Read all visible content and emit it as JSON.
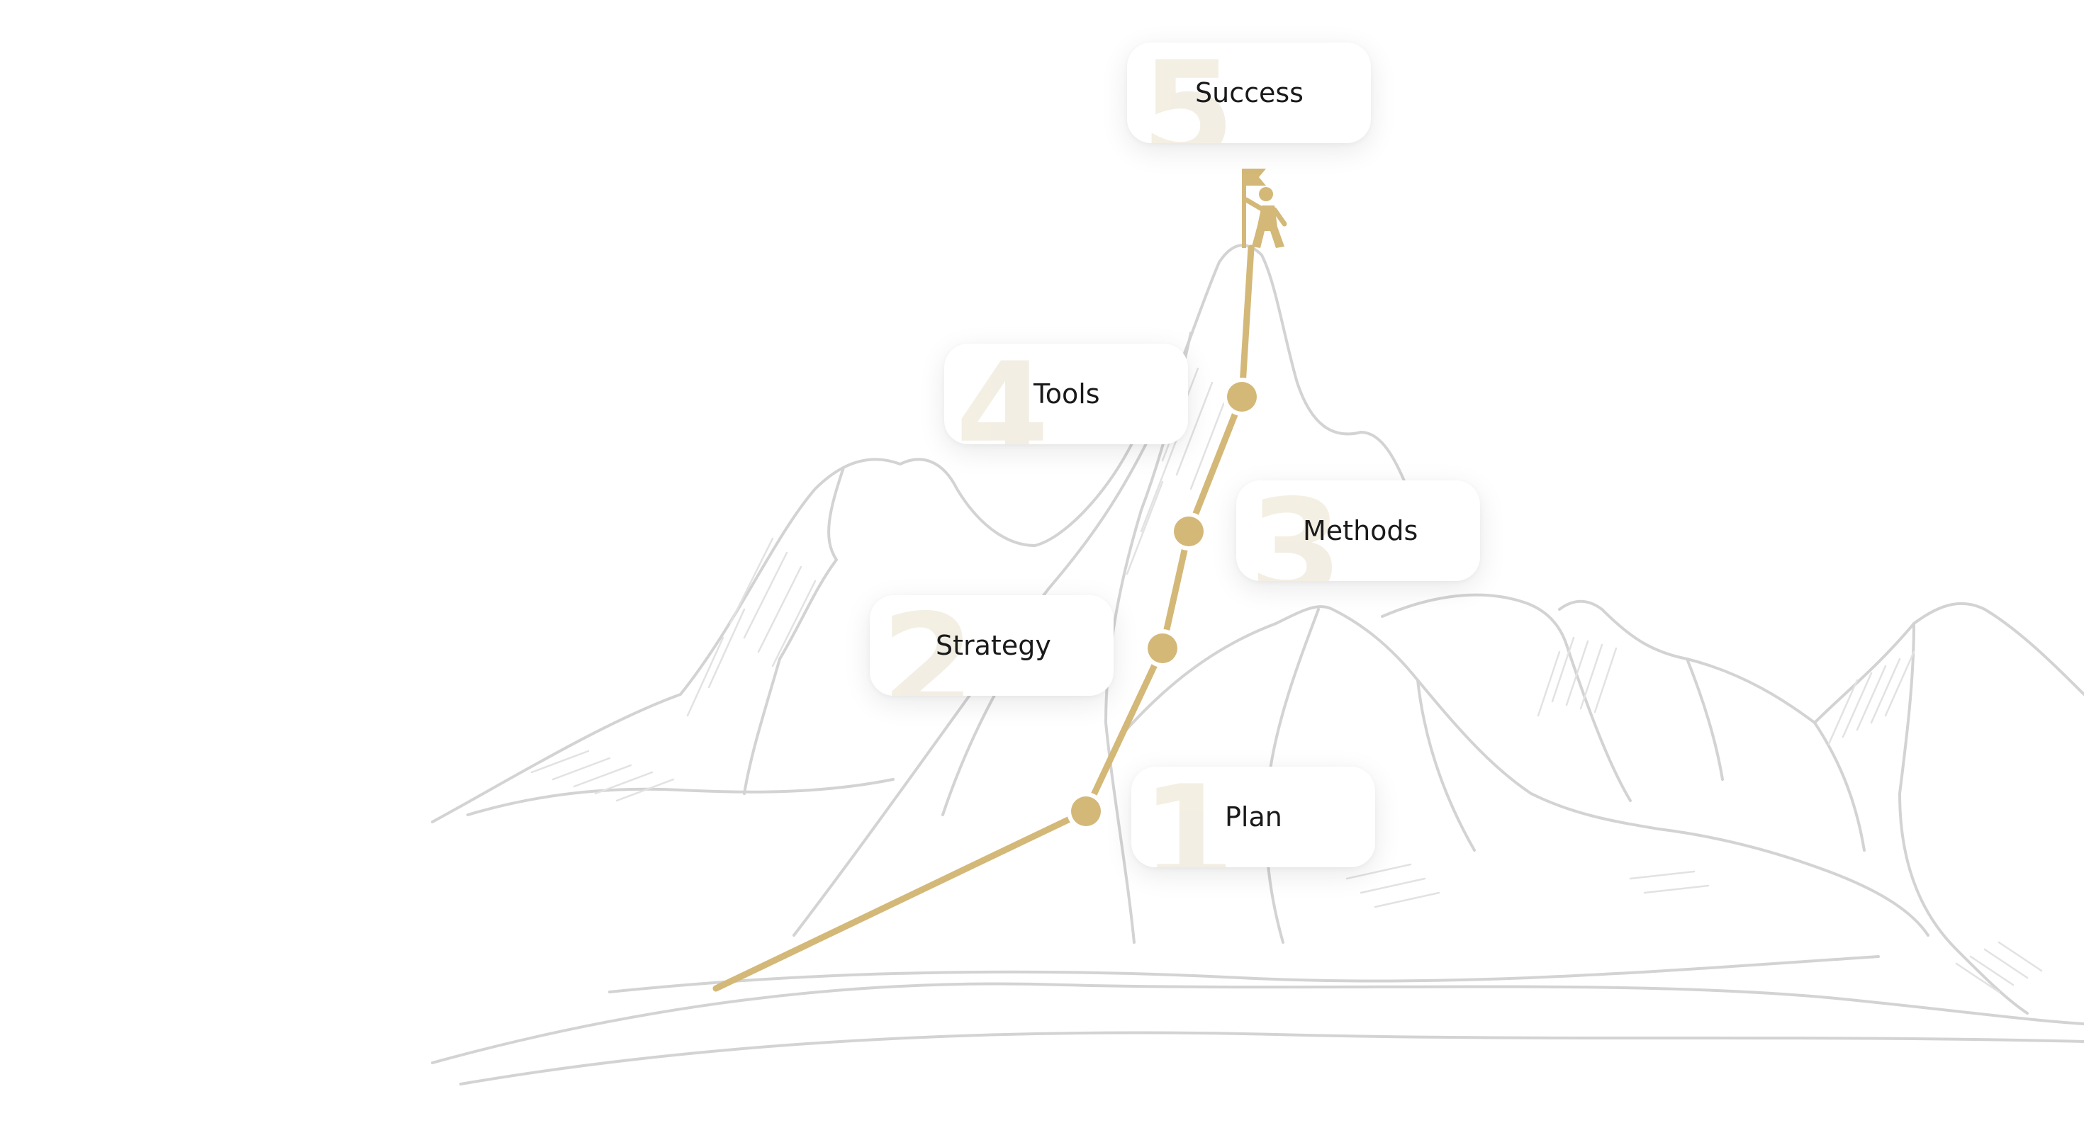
{
  "accent_color": "#d3b878",
  "sketch_color": "#cfcfcf",
  "steps": [
    {
      "number": "1",
      "label": "Plan"
    },
    {
      "number": "2",
      "label": "Strategy"
    },
    {
      "number": "3",
      "label": "Methods"
    },
    {
      "number": "4",
      "label": "Tools"
    },
    {
      "number": "5",
      "label": "Success"
    }
  ],
  "summit_icon": "climber-with-flag-icon"
}
